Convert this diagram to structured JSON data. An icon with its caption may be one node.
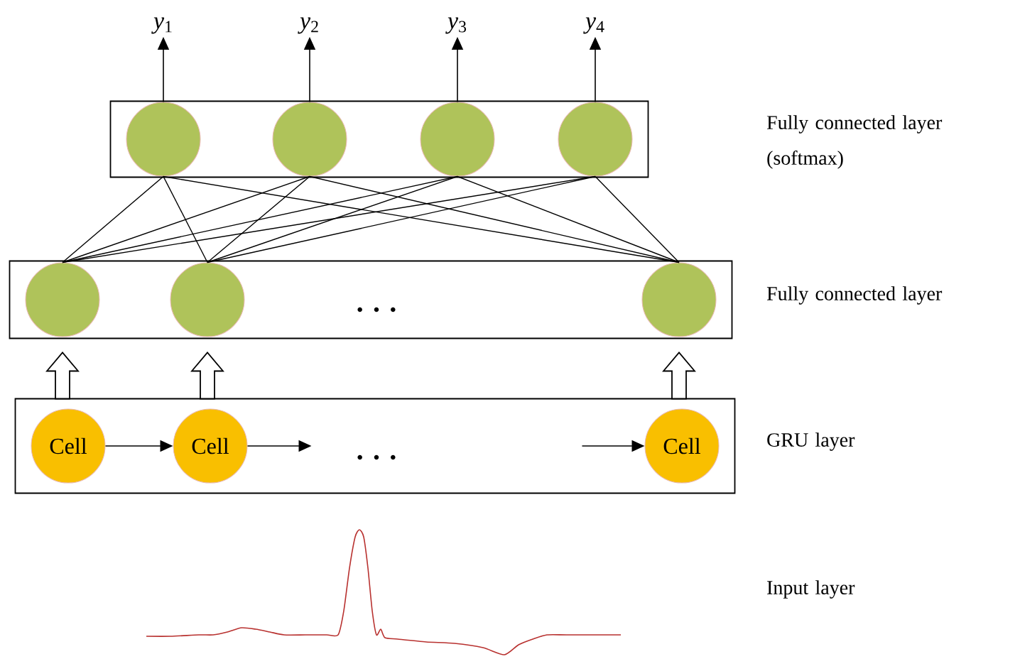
{
  "diagram": {
    "nodes": [
      {
        "text": [],
        "shape": "box"
      },
      {
        "text": [],
        "shape": "circle",
        "in": 0
      },
      {
        "text": [],
        "shape": "circle",
        "in": 0
      },
      {
        "text": [],
        "shape": "circle",
        "in": 0
      },
      {
        "text": [],
        "shape": "circle",
        "in": 0
      },
      {
        "text": [
          "*y*$_{1}$"
        ]
      },
      {
        "text": [
          "*y*$_{2}$"
        ]
      },
      {
        "text": [
          "*y*$_{3}$"
        ]
      },
      {
        "text": [
          "*y*$_{4}$"
        ]
      },
      {
        "text": [],
        "shape": "box"
      },
      {
        "text": [],
        "shape": "circle",
        "in": 9
      },
      {
        "text": [],
        "shape": "circle",
        "in": 9
      },
      {
        "text": [],
        "shape": "circle",
        "in": 9
      },
      {
        "text": [],
        "shape": "box"
      },
      {
        "text": [
          "Cell"
        ],
        "in": 13
      },
      {
        "text": [
          "Cell"
        ],
        "in": 13
      },
      {
        "text": [
          "Cell"
        ],
        "in": 13
      }
    ],
    "edges": [
      {
        "from": 1,
        "to": 5,
        "arrow": "to"
      },
      {
        "from": 2,
        "to": 6,
        "arrow": "to"
      },
      {
        "from": 3,
        "to": 7,
        "arrow": "to"
      },
      {
        "from": 4,
        "to": 8,
        "arrow": "to"
      },
      {
        "from": 10,
        "to": 1,
        "arrow": "none"
      },
      {
        "from": 10,
        "to": 2,
        "arrow": "none"
      },
      {
        "from": 10,
        "to": 3,
        "arrow": "none"
      },
      {
        "from": 10,
        "to": 4,
        "arrow": "none"
      },
      {
        "from": 11,
        "to": 1,
        "arrow": "none"
      },
      {
        "from": 11,
        "to": 2,
        "arrow": "none"
      },
      {
        "from": 11,
        "to": 3,
        "arrow": "none"
      },
      {
        "from": 11,
        "to": 4,
        "arrow": "none"
      },
      {
        "from": 12,
        "to": 1,
        "arrow": "none"
      },
      {
        "from": 12,
        "to": 2,
        "arrow": "none"
      },
      {
        "from": 12,
        "to": 3,
        "arrow": "none"
      },
      {
        "from": 12,
        "to": 4,
        "arrow": "none"
      },
      {
        "from": 14,
        "to": 10,
        "arrow": "to",
        "style": "thick"
      },
      {
        "from": 15,
        "to": 11,
        "arrow": "to",
        "style": "thick"
      },
      {
        "from": 16,
        "to": 12,
        "arrow": "to",
        "style": "thick"
      },
      {
        "from": 14,
        "to": 15,
        "arrow": "to"
      },
      {
        "from": 15,
        "to": null,
        "arrow": "to"
      },
      {
        "from": null,
        "to": 16,
        "arrow": "to"
      }
    ],
    "labels": [
      "Fully connected layer (softmax)",
      ". . .",
      "Fully connected layer",
      ". . .",
      "GRU layer",
      "Input layer"
    ]
  }
}
